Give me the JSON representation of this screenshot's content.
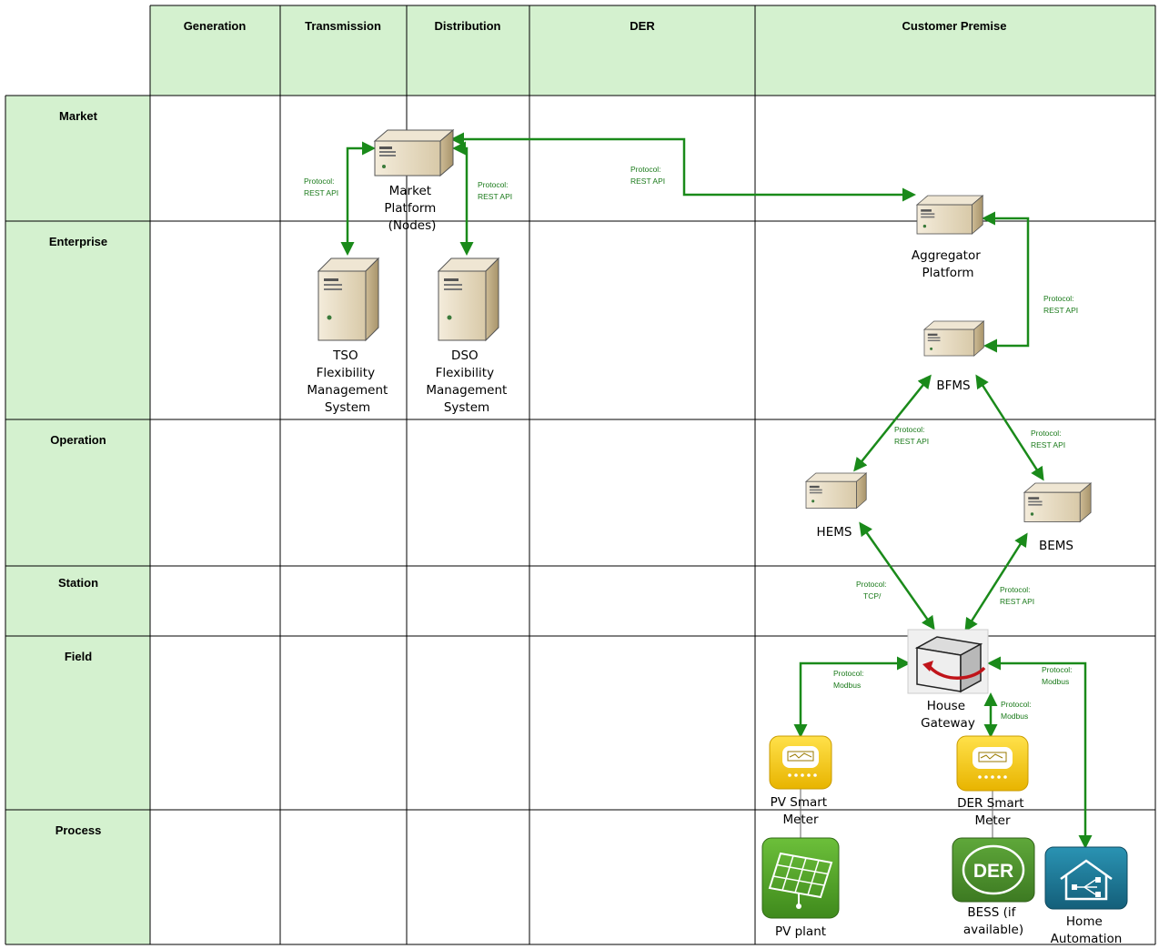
{
  "columns": [
    "Generation",
    "Transmission",
    "Distribution",
    "DER",
    "Customer Premise"
  ],
  "rows": [
    "Market",
    "Enterprise",
    "Operation",
    "Station",
    "Field",
    "Process"
  ],
  "nodes": {
    "market_platform": [
      "Market",
      "Platform",
      "(Nodes)"
    ],
    "tso": [
      "TSO",
      "Flexibility",
      "Management",
      "System"
    ],
    "dso": [
      "DSO",
      "Flexibility",
      "Management",
      "System"
    ],
    "aggregator": [
      "Aggregator",
      "Platform"
    ],
    "bfms": [
      "BFMS"
    ],
    "hems": [
      "HEMS"
    ],
    "bems": [
      "BEMS"
    ],
    "house_gateway": [
      "House",
      "Gateway"
    ],
    "pv_smart_meter": [
      "PV Smart",
      "Meter"
    ],
    "der_smart_meter": [
      "DER Smart",
      "Meter"
    ],
    "pv_plant": [
      "PV plant"
    ],
    "bess": [
      "BESS (if",
      "available)"
    ],
    "home_automation": [
      "Home",
      "Automation"
    ]
  },
  "protocols": {
    "mp_tso": [
      "Protocol:",
      "REST API"
    ],
    "mp_dso": [
      "Protocol:",
      "REST API"
    ],
    "mp_agg": [
      "Protocol:",
      "REST API"
    ],
    "agg_bfms": [
      "Protocol:",
      "REST API"
    ],
    "bfms_hems": [
      "Protocol:",
      "REST API"
    ],
    "bfms_bems": [
      "Protocol:",
      "REST API"
    ],
    "hems_gw": [
      "Protocol:",
      "TCP/"
    ],
    "bems_gw": [
      "Protocol:",
      "REST API"
    ],
    "gw_pv": [
      "Protocol:",
      "Modbus"
    ],
    "gw_der": [
      "Protocol:",
      "Modbus"
    ],
    "gw_home": [
      "Protocol:",
      "Modbus"
    ]
  },
  "der_badge_text": "DER",
  "colors": {
    "header_fill": "#d4f1cf",
    "grid_line": "#000000",
    "arrow": "#1a8a1a",
    "server_body": "#e5d9c2",
    "meter_yellow": "#f5c800",
    "pv_green": "#4e9a22",
    "home_blue": "#1a7a9a"
  }
}
